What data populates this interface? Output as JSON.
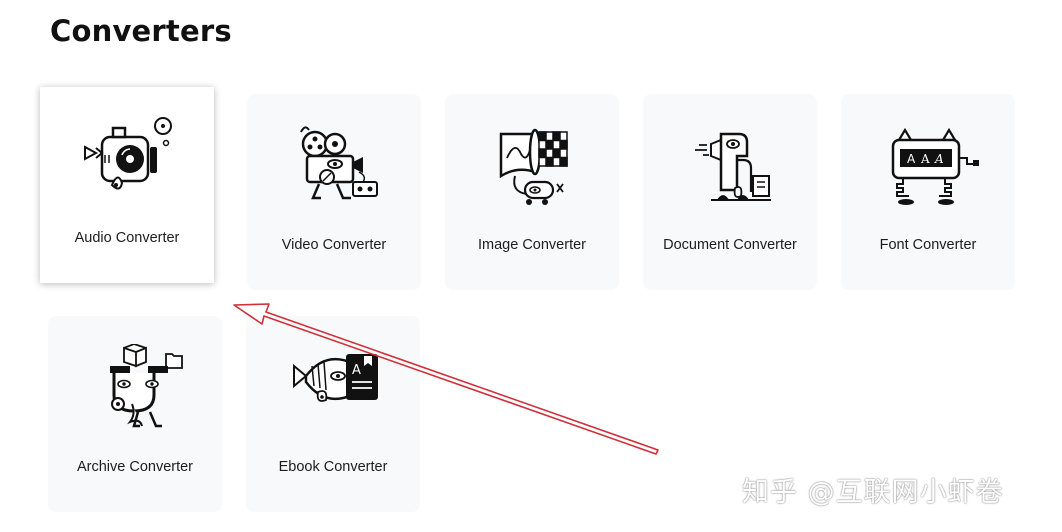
{
  "page": {
    "title": "Converters"
  },
  "converters": [
    {
      "label": "Audio Converter",
      "icon": "audio-converter-icon"
    },
    {
      "label": "Video Converter",
      "icon": "video-converter-icon"
    },
    {
      "label": "Image Converter",
      "icon": "image-converter-icon"
    },
    {
      "label": "Document Converter",
      "icon": "document-converter-icon"
    },
    {
      "label": "Font Converter",
      "icon": "font-converter-icon"
    },
    {
      "label": "Archive Converter",
      "icon": "archive-converter-icon"
    },
    {
      "label": "Ebook Converter",
      "icon": "ebook-converter-icon"
    }
  ],
  "font_icon_glyphs": [
    "A",
    "A",
    "A"
  ],
  "ebook_icon_glyph": "A",
  "watermark": {
    "text": "知乎 @互联网小虾卷"
  },
  "colors": {
    "card_bg": "#f8f9fa",
    "arrow": "#d0303a",
    "text": "#1d1d1d"
  }
}
